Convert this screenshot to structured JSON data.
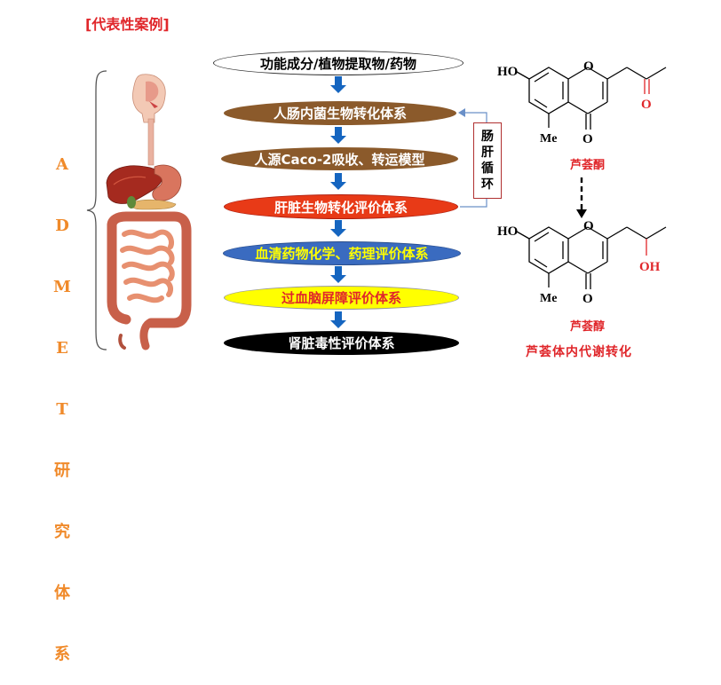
{
  "title": "[代表性案例]",
  "vertical_label": [
    "A",
    "D",
    "M",
    "E",
    "T",
    "研",
    "究",
    "体",
    "系"
  ],
  "flow": [
    {
      "label": "功能成分/植物提取物/药物",
      "fill": "#ffffff",
      "text": "#000000"
    },
    {
      "label": "人肠内菌生物转化体系",
      "fill": "#8b5a2b",
      "text": "#ffffff"
    },
    {
      "label": "人源Caco-2吸收、转运模型",
      "fill": "#8b5a2b",
      "text": "#ffffff"
    },
    {
      "label": "肝脏生物转化评价体系",
      "fill": "#e83a17",
      "text": "#ffffff"
    },
    {
      "label": "血清药物化学、药理评价体系",
      "fill": "#3a6bc0",
      "text": "#ffff00"
    },
    {
      "label": "过血脑屏障评价体系",
      "fill": "#ffff00",
      "text": "#e0262a"
    },
    {
      "label": "肾脏毒性评价体系",
      "fill": "#000000",
      "text": "#ffffff"
    }
  ],
  "cycle_label": [
    "肠",
    "肝",
    "循",
    "环"
  ],
  "compound_1": {
    "name": "芦荟酮",
    "ho": "HO",
    "me": "Me",
    "o_ketone": "O",
    "side_o": "O"
  },
  "compound_2": {
    "name": "芦荟醇",
    "ho": "HO",
    "me": "Me",
    "o_ketone": "O",
    "side_oh": "OH"
  },
  "caption": "芦荟体内代谢转化",
  "colors": {
    "accent_red": "#e0262a",
    "arrow_blue": "#1565c0",
    "orange": "#f08a2a"
  }
}
